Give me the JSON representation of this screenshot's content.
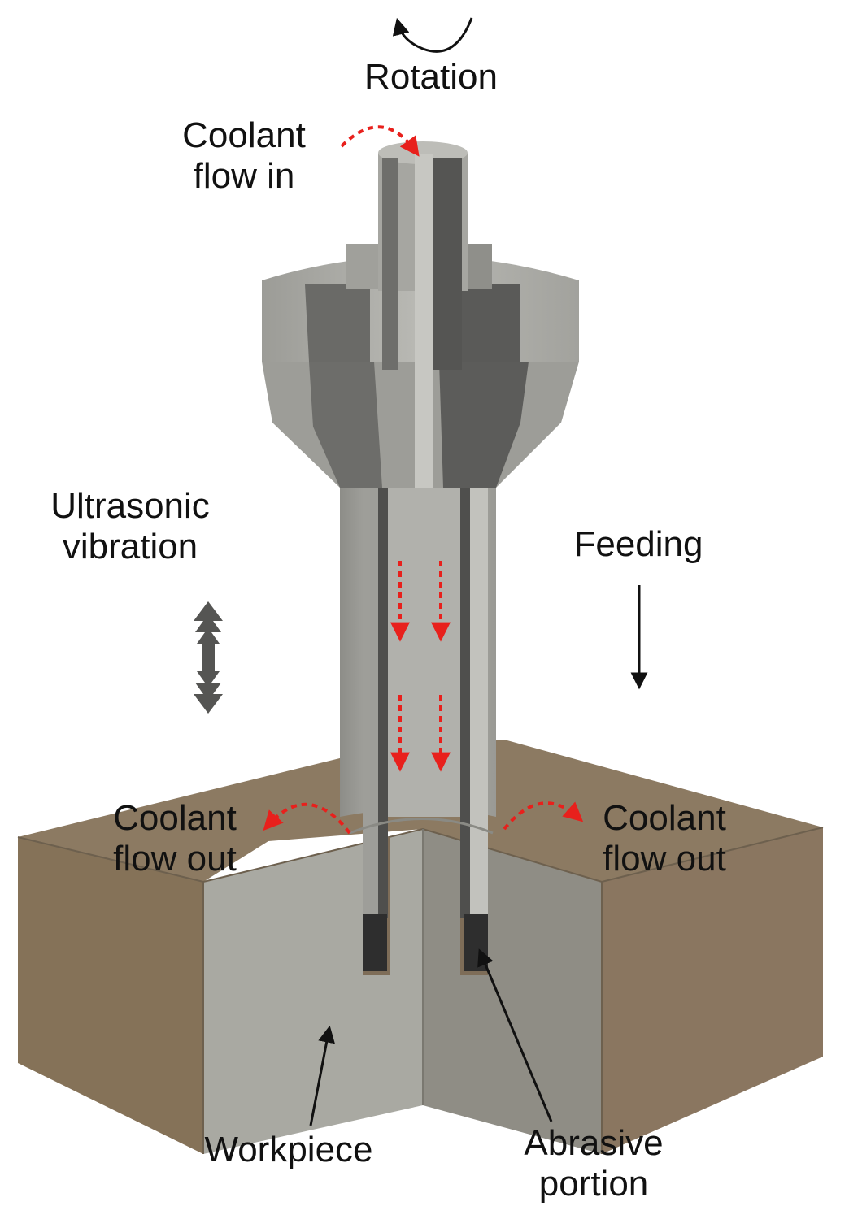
{
  "labels": {
    "rotation": "Rotation",
    "coolant_in_1": "Coolant",
    "coolant_in_2": "flow in",
    "ultrasonic_1": "Ultrasonic",
    "ultrasonic_2": "vibration",
    "feeding": "Feeding",
    "coolant_out_left_1": "Coolant",
    "coolant_out_left_2": "flow out",
    "coolant_out_right_1": "Coolant",
    "coolant_out_right_2": "flow out",
    "workpiece": "Workpiece",
    "abrasive_1": "Abrasive",
    "abrasive_2": "portion"
  },
  "colors": {
    "tool_light": "#a9a9a4",
    "tool_mid": "#8a8a86",
    "tool_dark": "#5e5e5c",
    "workpiece_top": "#8c7a62",
    "workpiece_side": "#a8a8a0",
    "workpiece_side_dark": "#918e85",
    "coolant_arrow": "#e8201c",
    "abrasive": "#2e2e2e"
  },
  "icons": [
    "rotation-arrow-icon",
    "double-headed-vibration-arrow-icon",
    "feed-arrow-icon"
  ]
}
